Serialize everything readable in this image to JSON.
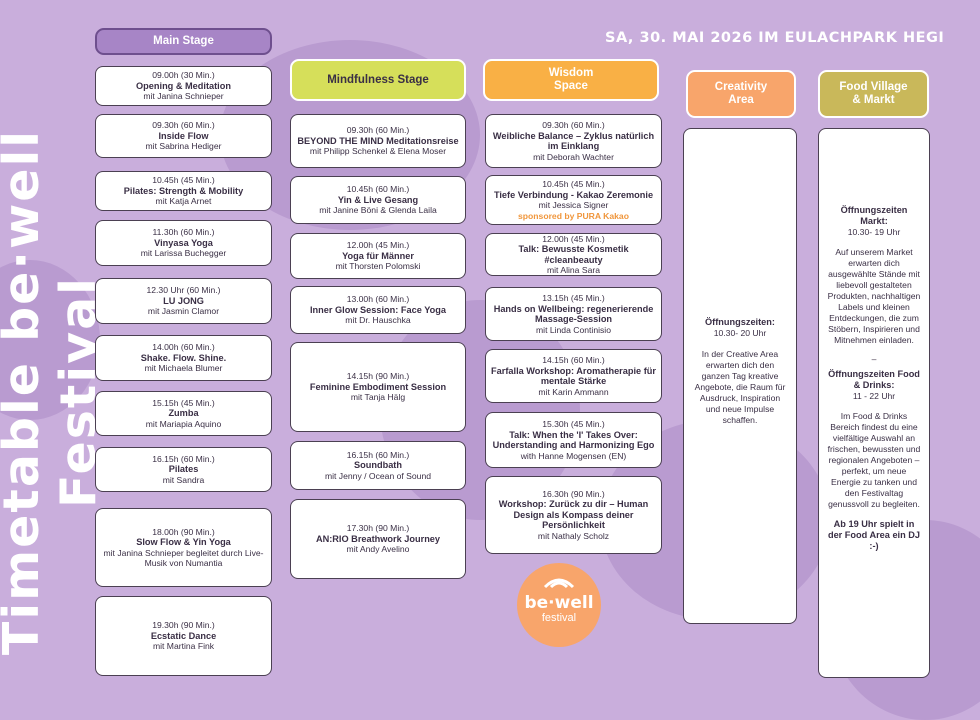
{
  "title": "Timetable be·well Festival",
  "date": "SA, 30. MAI 2026 IM EULACHPARK HEGI",
  "colors": {
    "main": "#a785c6",
    "mind": "#d6df5a",
    "wisdom": "#f9b045",
    "creativity": "#f8a56b",
    "food": "#c9b85a"
  },
  "main": {
    "header": "Main Stage",
    "items": [
      {
        "time": "09.00h (30 Min.)",
        "title": "Opening & Meditation",
        "who": "mit Janina Schnieper"
      },
      {
        "time": "09.30h (60 Min.)",
        "title": "Inside Flow",
        "who": "mit Sabrina Hediger"
      },
      {
        "time": "10.45h (45 Min.)",
        "title": "Pilates: Strength & Mobility",
        "who": "mit Katja Arnet"
      },
      {
        "time": "11.30h (60 Min.)",
        "title": "Vinyasa Yoga",
        "who": "mit Larissa Buchegger"
      },
      {
        "time": "12.30 Uhr (60 Min.)",
        "title": "LU JONG",
        "who": "mit Jasmin Clamor"
      },
      {
        "time": "14.00h (60 Min.)",
        "title": "Shake. Flow. Shine.",
        "who": "mit Michaela Blumer"
      },
      {
        "time": "15.15h (45 Min.)",
        "title": "Zumba",
        "who": "mit Mariapia Aquino"
      },
      {
        "time": "16.15h (60 Min.)",
        "title": "Pilates",
        "who": "mit Sandra"
      },
      {
        "time": "18.00h (90 Min.)",
        "title": "Slow Flow & Yin Yoga",
        "who": "mit Janina Schnieper begleitet durch Live-Musik von Numantia"
      },
      {
        "time": "19.30h (90 Min.)",
        "title": "Ecstatic Dance",
        "who": "mit Martina Fink"
      }
    ]
  },
  "mind": {
    "header": "Mindfulness Stage",
    "items": [
      {
        "time": "09.30h (60 Min.)",
        "title": "BEYOND THE MIND Meditationsreise",
        "who": "mit Philipp Schenkel & Elena Moser"
      },
      {
        "time": "10.45h (60 Min.)",
        "title": "Yin & Live Gesang",
        "who": "mit Janine Böni & Glenda Laila"
      },
      {
        "time": "12.00h (45 Min.)",
        "title": "Yoga für Männer",
        "who": "mit Thorsten Polomski"
      },
      {
        "time": "13.00h (60 Min.)",
        "title": "Inner Glow Session: Face Yoga",
        "who": "mit Dr. Hauschka"
      },
      {
        "time": "14.15h (90 Min.)",
        "title": "Feminine Embodiment Session",
        "who": "mit Tanja Hälg"
      },
      {
        "time": "16.15h (60 Min.)",
        "title": "Soundbath",
        "who": "mit Jenny / Ocean of Sound"
      },
      {
        "time": "17.30h (90 Min.)",
        "title": "AN:RIO Breathwork Journey",
        "who": "mit Andy Avelino"
      }
    ]
  },
  "wisdom": {
    "header": "Wisdom Space",
    "items": [
      {
        "time": "09.30h (60 Min.)",
        "title": "Weibliche Balance – Zyklus natürlich im Einklang",
        "who": "mit Deborah Wachter"
      },
      {
        "time": "10.45h (45 Min.)",
        "title": "Tiefe Verbindung - Kakao Zeremonie",
        "who": "mit Jessica Signer",
        "sponsor": "sponsored by PURA Kakao"
      },
      {
        "time": "12.00h (45 Min.)",
        "title": "Talk: Bewusste Kosmetik #cleanbeauty",
        "who": "mit Alina Sara"
      },
      {
        "time": "13.15h (45 Min.)",
        "title": "Hands on Wellbeing: regenerierende Massage-Session",
        "who": "mit Linda Continisio"
      },
      {
        "time": "14.15h (60 Min.)",
        "title": "Farfalla Workshop: Aromatherapie für mentale Stärke",
        "who": "mit Karin Ammann"
      },
      {
        "time": "15.30h (45 Min.)",
        "title": "Talk: When the 'I' Takes Over: Understanding and Harmonizing Ego",
        "who": "with Hanne Mogensen (EN)"
      },
      {
        "time": "16.30h (90 Min.)",
        "title": "Workshop: Zurück zu dir – Human Design als Kompass deiner Persönlichkeit",
        "who": "mit Nathaly Scholz"
      }
    ]
  },
  "creativity": {
    "header": "Creativity Area",
    "hours_title": "Öffnungszeiten:",
    "hours": "10.30- 20 Uhr",
    "text": "In der Creative Area erwarten dich den ganzen Tag kreative Angebote, die Raum für Ausdruck, Inspiration und neue Impulse schaffen."
  },
  "food": {
    "header": "Food Village & Markt",
    "market_title": "Öffnungszeiten Markt:",
    "market_hours": "10.30- 19 Uhr",
    "market_text": "Auf unserem Market erwarten dich ausgewählte Stände mit liebevoll gestalteten Produkten, nachhaltigen Labels und kleinen Entdeckungen, die zum Stöbern, Inspirieren und Mitnehmen einladen.",
    "dash": "–",
    "food_title": "Öffnungszeiten Food & Drinks:",
    "food_hours": "11 - 22 Uhr",
    "food_text": "Im Food & Drinks Bereich findest du eine vielfältige Auswahl an frischen, bewussten und regionalen Angeboten – perfekt, um neue Energie zu tanken und den Festivaltag genussvoll zu begleiten.",
    "dj": "Ab 19 Uhr spielt in der Food Area ein DJ :-)"
  },
  "logo": {
    "line1": "be·well",
    "line2": "festival"
  }
}
